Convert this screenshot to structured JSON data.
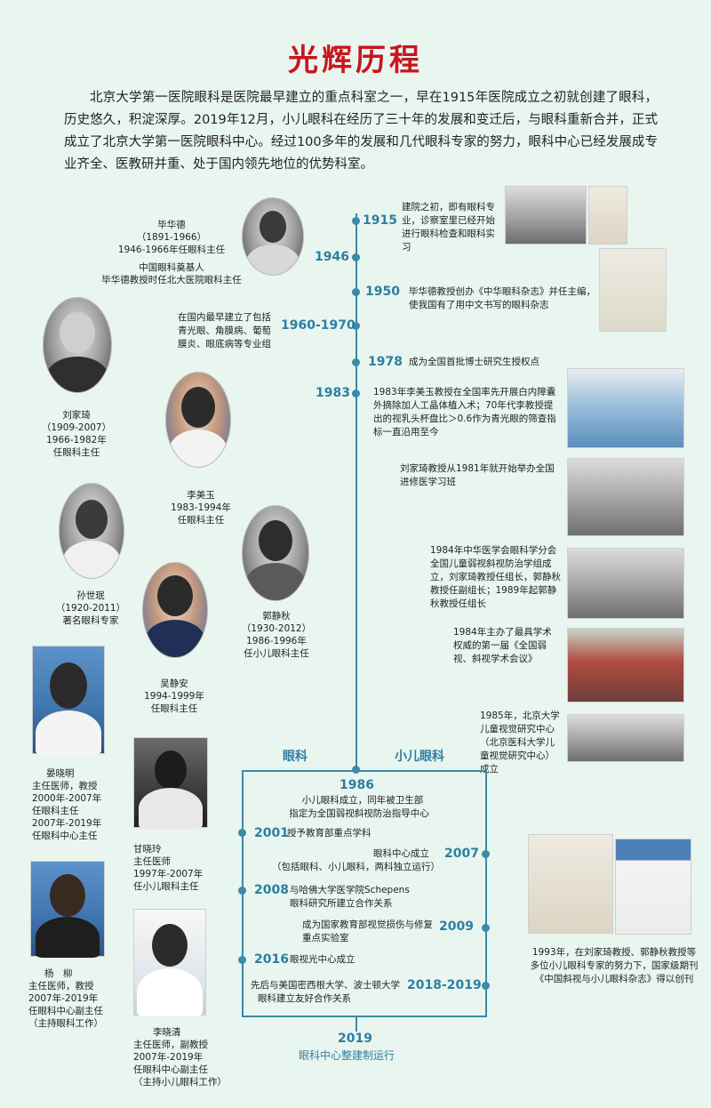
{
  "title": "光辉历程",
  "intro": "北京大学第一医院眼科是医院最早建立的重点科室之一，早在1915年医院成立之初就创建了眼科，历史悠久，积淀深厚。2019年12月，小儿眼科在经历了三十年的发展和变迁后，与眼科重新合并，正式成立了北京大学第一医院眼科中心。经过100多年的发展和几代眼科专家的努力，眼科中心已经发展成专业齐全、医教研并重、处于国内领先地位的优势科室。",
  "timeline": [
    {
      "year": "1915",
      "text": "建院之初，即有眼科专业，诊察室里已经开始进行眼科检查和眼科实习"
    },
    {
      "year": "1946",
      "text": ""
    },
    {
      "year": "1950",
      "text": "毕华德教授创办《中华眼科杂志》并任主编，使我国有了用中文书写的眼科杂志"
    },
    {
      "year": "1960-1970",
      "text": "在国内最早建立了包括青光眼、角膜病、葡萄膜炎、眼底病等专业组"
    },
    {
      "year": "1978",
      "text": "成为全国首批博士研究生授权点"
    },
    {
      "year": "1983",
      "text": "1983年李美玉教授在全国率先开展白内障囊外摘除加人工晶体植入术；70年代李教授提出的视乳头杯盘比＞0.6作为青光眼的筛查指标一直沿用至今"
    }
  ],
  "captions": {
    "c1": "刘家琦教授从1981年就开始举办全国进修医学习班",
    "c2": "1984年中华医学会眼科学分会全国儿童弱视斜视防治学组成立，刘家琦教授任组长，郭静秋教授任副组长；1989年起郭静秋教授任组长",
    "c3": "1984年主办了最具学术权威的第一届《全国弱视、斜视学术会议》",
    "c4": "1985年，北京大学儿童视觉研究中心（北京医科大学儿童视觉研究中心）成立",
    "c5": "1993年，在刘家琦教授、郭静秋教授等多位小儿眼科专家的努力下，国家级期刊《中国斜视与小儿眼科杂志》得以创刊"
  },
  "people": {
    "bi": {
      "name": "毕华德",
      "l2": "（1891-1966）",
      "l3": "1946-1966年任眼科主任",
      "l4": "中国眼科奠基人",
      "l5": "毕华德教授时任北大医院眼科主任"
    },
    "liu": {
      "name": "刘家琦",
      "l2": "（1909-2007）",
      "l3": "1966-1982年",
      "l4": "任眼科主任"
    },
    "li": {
      "name": "李美玉",
      "l2": "1983-1994年",
      "l3": "任眼科主任"
    },
    "sun": {
      "name": "孙世珉",
      "l2": "（1920-2011）",
      "l3": "著名眼科专家"
    },
    "guo": {
      "name": "郭静秋",
      "l2": "（1930-2012）",
      "l3": "1986-1996年",
      "l4": "任小儿眼科主任"
    },
    "wu": {
      "name": "吴静安",
      "l2": "1994-1999年",
      "l3": "任眼科主任"
    },
    "yan": {
      "name": "晏晓明",
      "l2": "主任医师，教授",
      "l3": "2000年-2007年",
      "l4": "任眼科主任",
      "l5": "2007年-2019年",
      "l6": "任眼科中心主任"
    },
    "gan": {
      "name": "甘晓玲",
      "l2": "主任医师",
      "l3": "1997年-2007年",
      "l4": "任小儿眼科主任"
    },
    "yang": {
      "name": "杨　柳",
      "l2": "主任医师，教授",
      "l3": "2007年-2019年",
      "l4": "任眼科中心副主任",
      "l5": "（主持眼科工作）"
    },
    "lixq": {
      "name": "李晓清",
      "l2": "主任医师，副教授",
      "l3": "2007年-2019年",
      "l4": "任眼科中心副主任",
      "l5": "（主持小儿眼科工作）"
    }
  },
  "branch": {
    "left": "眼科",
    "right": "小儿眼科",
    "y1986": "1986",
    "t1986a": "小儿眼科成立，同年被卫生部",
    "t1986b": "指定为全国弱视斜视防治指导中心",
    "y2001": "2001",
    "t2001": "授予教育部重点学科",
    "y2007": "2007",
    "t2007a": "眼科中心成立",
    "t2007b": "（包括眼科、小儿眼科，两科独立运行）",
    "y2008": "2008",
    "t2008a": "与哈佛大学医学院Schepens",
    "t2008b": "眼科研究所建立合作关系",
    "y2009": "2009",
    "t2009a": "成为国家教育部视觉损伤与修复",
    "t2009b": "重点实验室",
    "y2016": "2016",
    "t2016": "眼视光中心成立",
    "y2018": "2018-2019",
    "t2018a": "先后与美国密西根大学、波士顿大学",
    "t2018b": "眼科建立友好合作关系",
    "y2019": "2019",
    "t2019": "眼科中心整建制运行"
  },
  "colors": {
    "accent": "#c8161d",
    "timeline": "#3a8aa8",
    "background": "#e9f5ef"
  }
}
